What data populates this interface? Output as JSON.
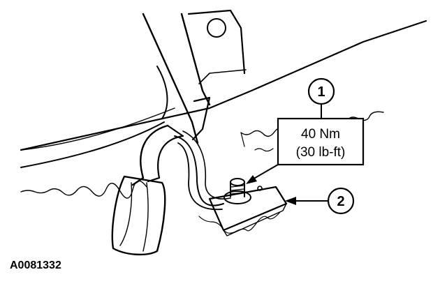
{
  "callouts": [
    {
      "number": "1",
      "lines": [
        "40 Nm",
        "(30 lb-ft)"
      ]
    },
    {
      "number": "2"
    }
  ],
  "figure_id": "A0081332",
  "colors": {
    "ink": "#000000",
    "paper": "#ffffff"
  }
}
